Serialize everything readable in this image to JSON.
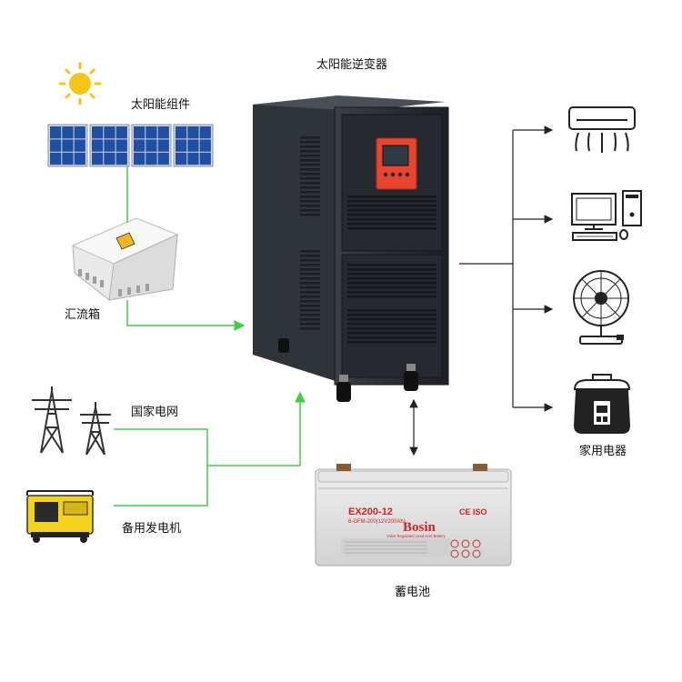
{
  "labels": {
    "inverter": "太阳能逆变器",
    "solar_panel": "太阳能组件",
    "combiner_box": "汇流箱",
    "grid": "国家电网",
    "generator": "备用发电机",
    "battery": "蓄电池",
    "appliances": "家用电器"
  },
  "battery_text": {
    "model": "EX200-12",
    "spec": "6-GFM-200(12V200Ah)",
    "brand": "Bosin",
    "subtitle": "Valve Regulated Lead-Acid Battery",
    "cert": "CE ISO"
  },
  "colors": {
    "green_line": "#3fd13f",
    "black_line": "#222222",
    "inverter_body": "#2b2f36",
    "inverter_panel": "#e8452c",
    "battery_body": "#dcdcdc",
    "battery_red": "#d32222",
    "generator_yellow": "#f2d21a",
    "sun": "#f5c518",
    "panel_blue": "#1f4fa0"
  },
  "icons": [
    "sun-icon",
    "solar-panel-icon",
    "combiner-box-icon",
    "pylon-icon",
    "generator-icon",
    "inverter-icon",
    "battery-icon",
    "air-conditioner-icon",
    "computer-icon",
    "fan-icon",
    "rice-cooker-icon"
  ]
}
